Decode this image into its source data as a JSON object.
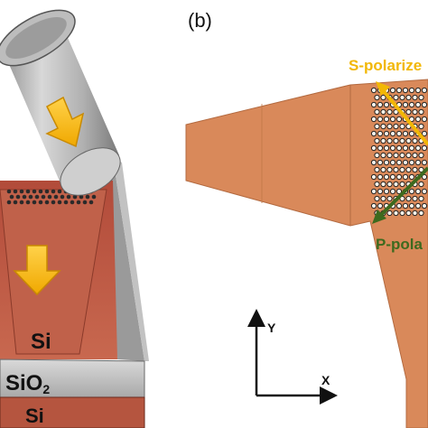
{
  "panel_a": {
    "layers": {
      "si_top": "Si",
      "sio2_base": "SiO",
      "sio2_subscript": "2",
      "si_bottom": "Si"
    }
  },
  "panel_b": {
    "label": "(b)",
    "s_polarization_label": "S-polarize",
    "p_polarization_label": "P-pola",
    "axis_y_label": "Y",
    "axis_x_label": "X"
  },
  "colors": {
    "silicon": "#c86a4a",
    "coupler": "#d9895a",
    "s_arrow": "#f2b705",
    "p_arrow": "#3d6a1e",
    "light_arrow": "#f7b500",
    "oxide": "#bfbfbf"
  },
  "icons": {
    "fiber": "optical-fiber-icon",
    "light": "light-direction-arrow-icon"
  }
}
